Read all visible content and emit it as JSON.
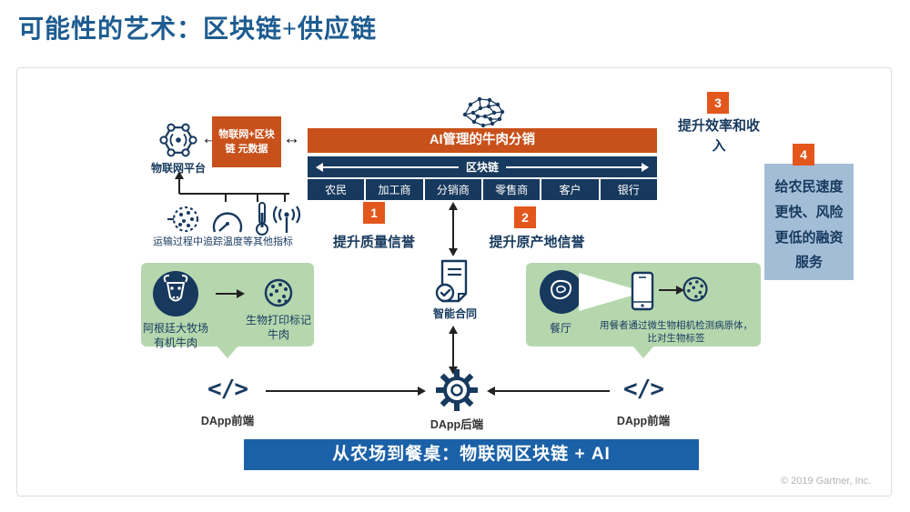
{
  "title": "可能性的艺术：区块链+供应链",
  "copyright": "© 2019 Gartner, Inc.",
  "glyphs": {
    "double_arrow": "↔",
    "code": "</>"
  },
  "top": {
    "iot_platform_label": "物联网平台",
    "metadata_box": "物联网+区块链 元数据",
    "ai_bar": "AI管理的牛肉分销",
    "blockchain_label": "区块链",
    "chain_roles": [
      "农民",
      "加工商",
      "分销商",
      "零售商",
      "客户",
      "银行"
    ]
  },
  "benefits": [
    {
      "num": "1",
      "text": "提升质量信誉"
    },
    {
      "num": "2",
      "text": "提升原产地信誉"
    },
    {
      "num": "3",
      "text": "提升效率和收入"
    },
    {
      "num": "4",
      "text": "给农民速度更快、风险更低的融资服务"
    }
  ],
  "sensors": {
    "caption": "运输过程中追踪温度等其他指标"
  },
  "farm_box": {
    "source_label": "阿根廷大牧场有机牛肉",
    "marker_label": "生物打印标记牛肉"
  },
  "smart_contract_label": "智能合同",
  "restaurant_box": {
    "venue_label": "餐厅",
    "detection_label": "用餐者通过微生物相机检测病原体，比对生物标签"
  },
  "dapp": {
    "frontend_left": "DApp前端",
    "backend": "DApp后端",
    "frontend_right": "DApp前端"
  },
  "banner": "从农场到餐桌：物联网区块链 + AI",
  "colors": {
    "title_blue": "#1e5c90",
    "navy": "#17395e",
    "orange": "#c8511b",
    "badge_orange": "#e3571d",
    "green": "#b6d7ae",
    "light_blue": "#a4bdd6",
    "banner_blue": "#1b61a8"
  }
}
